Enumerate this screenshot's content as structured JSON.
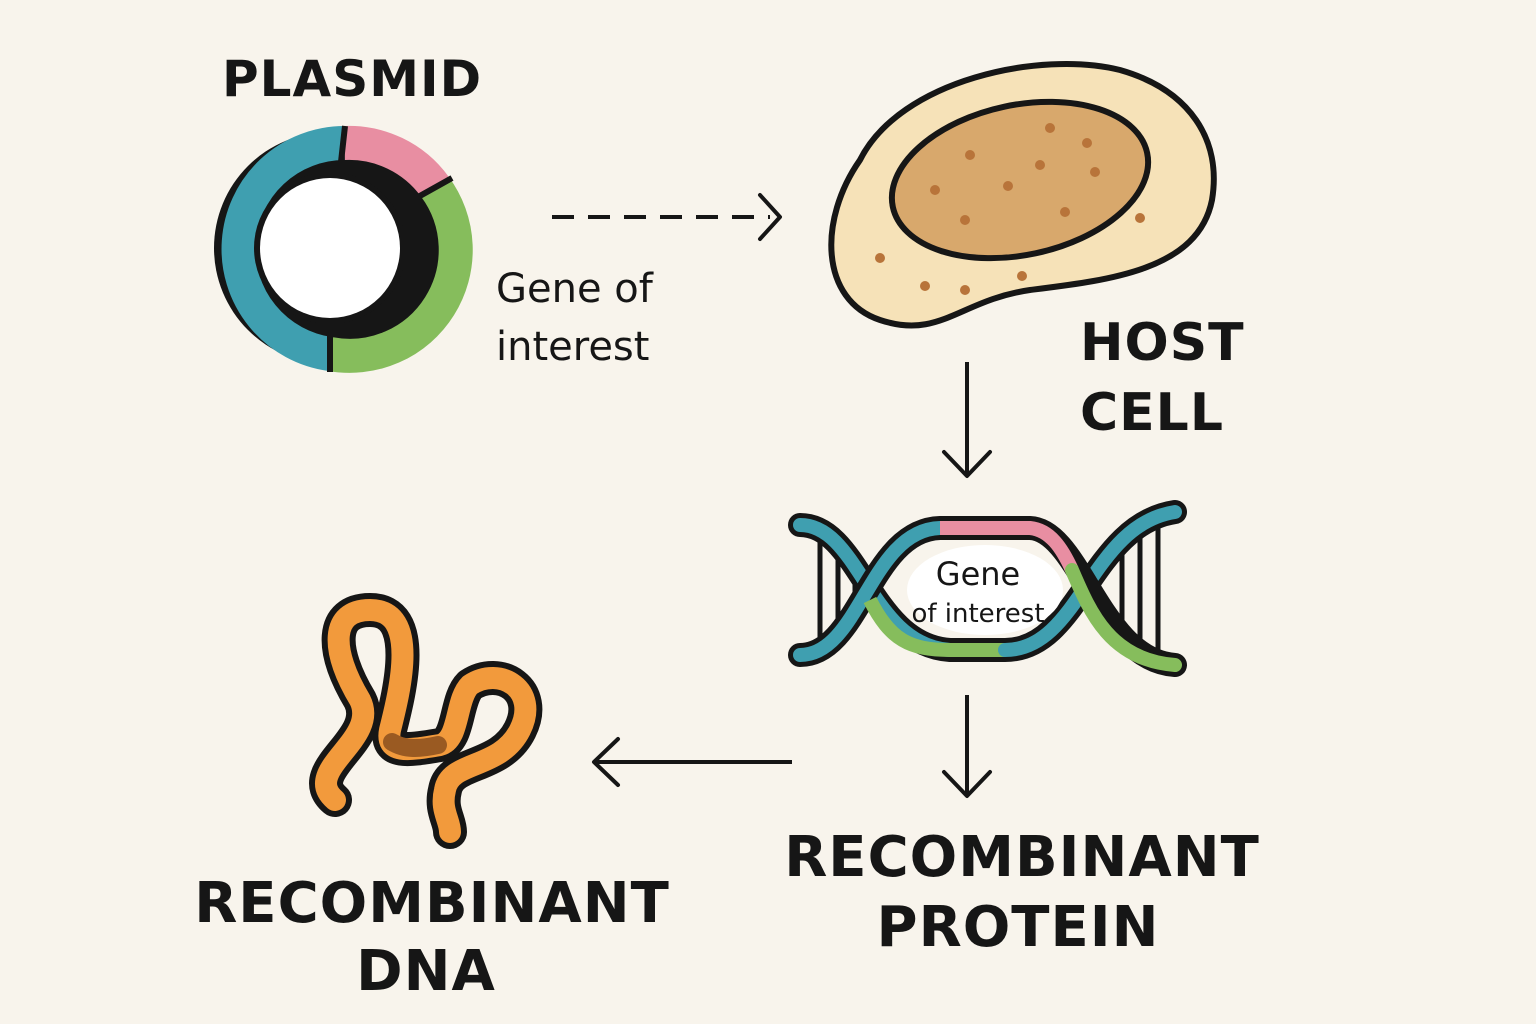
{
  "labels": {
    "plasmid": "PLASMID",
    "gene_line1": "Gene of",
    "gene_line2": "interest",
    "host_line1": "HOST",
    "host_line2": "CELL",
    "dna_gene_line1": "Gene",
    "dna_gene_line2": "of interest",
    "protein_line1": "RECOMBINANT",
    "protein_line2": "PROTEIN",
    "rdna_line1": "RECOMBINANT",
    "rdna_line2": "DNA"
  },
  "colors": {
    "background": "#f8f4ec",
    "outline": "#161616",
    "teal": "#3f9fb0",
    "pink": "#e88ea2",
    "green": "#86bd5c",
    "cell_cytoplasm": "#f6e2b8",
    "cell_nucleus": "#d8a86c",
    "cell_dots": "#b8743a",
    "protein_orange": "#f29a3c",
    "protein_brown": "#9a5a22"
  }
}
